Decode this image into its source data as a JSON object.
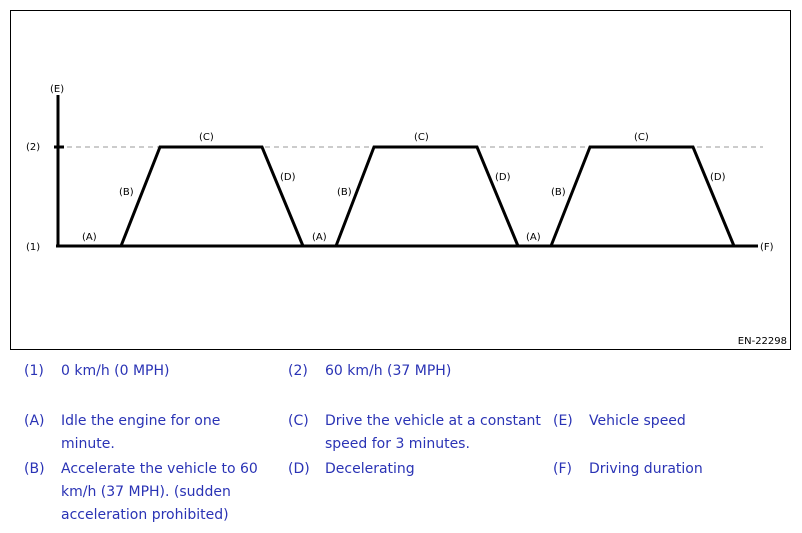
{
  "diagram": {
    "figure_id": "EN-22298",
    "axis_labels": {
      "vertical": "(E)",
      "horizontal": "(F)"
    },
    "level_labels": {
      "low": "(1)",
      "high": "(2)"
    },
    "cycle_labels": {
      "idle": "(A)",
      "accel": "(B)",
      "cruise": "(C)",
      "decel": "(D)"
    },
    "cycle_count": 3
  },
  "legend": {
    "item_1": {
      "code": "(1)",
      "text": "0 km/h (0 MPH)"
    },
    "item_2": {
      "code": "(2)",
      "text": "60 km/h (37 MPH)"
    },
    "item_a": {
      "code": "(A)",
      "text": "Idle the engine for one minute."
    },
    "item_b": {
      "code": "(B)",
      "text": "Accelerate the vehicle to 60 km/h (37 MPH). (sudden acceleration prohibited)"
    },
    "item_c": {
      "code": "(C)",
      "text": "Drive the vehicle at a constant speed for 3 minutes."
    },
    "item_d": {
      "code": "(D)",
      "text": "Decelerating"
    },
    "item_e": {
      "code": "(E)",
      "text": "Vehicle speed"
    },
    "item_f": {
      "code": "(F)",
      "text": "Driving duration"
    }
  },
  "colors": {
    "legend_text": "#2a33b5",
    "line": "#000000",
    "dashed_guide": "#999999"
  }
}
